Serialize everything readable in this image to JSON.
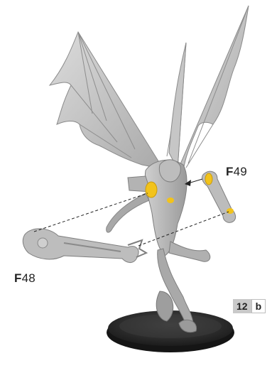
{
  "parts": {
    "f49": {
      "letter": "F",
      "number": "49"
    },
    "f48": {
      "letter": "F",
      "number": "48"
    }
  },
  "step": {
    "number": "12",
    "sub": "b"
  },
  "colors": {
    "model_grey": "#b9b9b9",
    "glue_point": "#f2c31b",
    "base": "#2b2b2b"
  }
}
